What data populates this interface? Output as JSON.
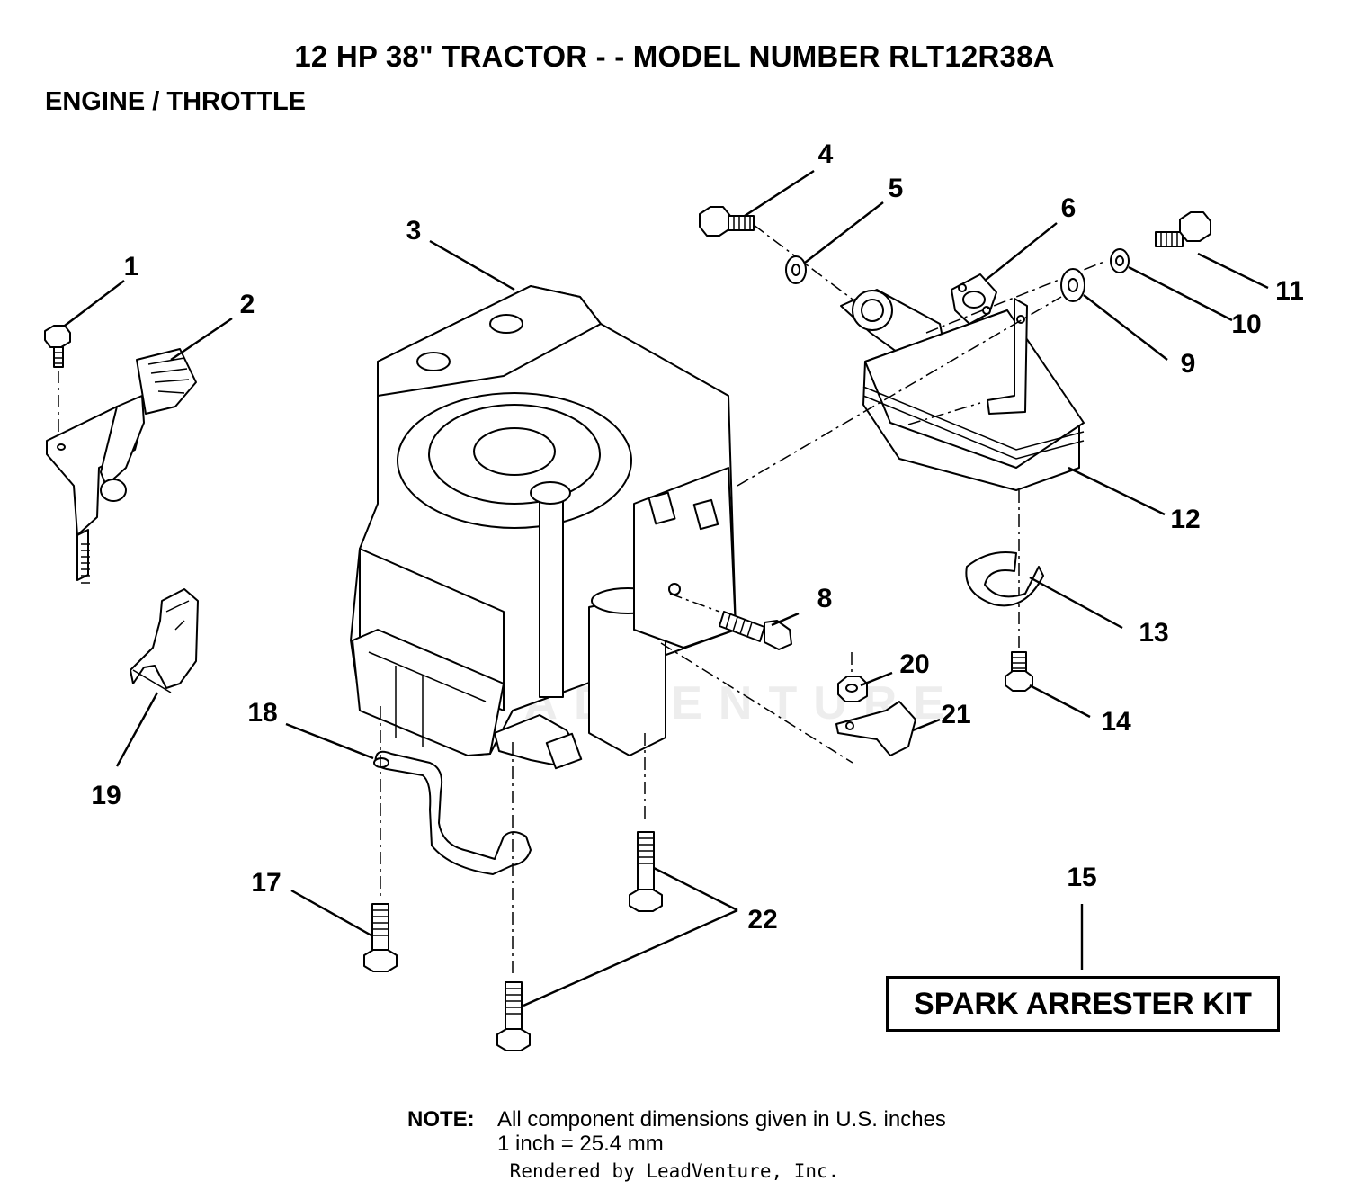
{
  "header": {
    "title": "12 HP 38\" TRACTOR - - MODEL NUMBER RLT12R38A",
    "section": "ENGINE / THROTTLE"
  },
  "callouts": [
    {
      "id": "1",
      "label": "1"
    },
    {
      "id": "2",
      "label": "2"
    },
    {
      "id": "3",
      "label": "3"
    },
    {
      "id": "4",
      "label": "4"
    },
    {
      "id": "5",
      "label": "5"
    },
    {
      "id": "6",
      "label": "6"
    },
    {
      "id": "8",
      "label": "8"
    },
    {
      "id": "9",
      "label": "9"
    },
    {
      "id": "10",
      "label": "10"
    },
    {
      "id": "11",
      "label": "11"
    },
    {
      "id": "12",
      "label": "12"
    },
    {
      "id": "13",
      "label": "13"
    },
    {
      "id": "14",
      "label": "14"
    },
    {
      "id": "15",
      "label": "15"
    },
    {
      "id": "17",
      "label": "17"
    },
    {
      "id": "18",
      "label": "18"
    },
    {
      "id": "19",
      "label": "19"
    },
    {
      "id": "20",
      "label": "20"
    },
    {
      "id": "21",
      "label": "21"
    },
    {
      "id": "22",
      "label": "22"
    }
  ],
  "kit": {
    "label": "SPARK ARRESTER KIT"
  },
  "note": {
    "label": "NOTE:",
    "line1": "All component dimensions given in U.S. inches",
    "line2": "1 inch = 25.4 mm"
  },
  "watermark": "LEADVENTURE",
  "credit": "Rendered by LeadVenture, Inc."
}
